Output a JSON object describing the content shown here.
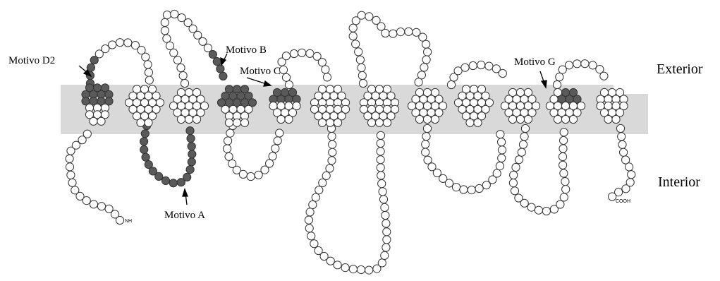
{
  "diagram": {
    "sides": {
      "exterior": "Exterior",
      "interior": "Interior"
    },
    "termini": {
      "n_terminus": "NH",
      "c_terminus": "COOH"
    },
    "motifs": [
      {
        "id": "d2",
        "label": "Motivo D2"
      },
      {
        "id": "b",
        "label": "Motivo B"
      },
      {
        "id": "c",
        "label": "Motivo C"
      },
      {
        "id": "a",
        "label": "Motivo A"
      },
      {
        "id": "g",
        "label": "Motivo G"
      }
    ],
    "membrane_color": "#d9d9d9",
    "residue_fill": "#ffffff",
    "motif_residue_fill": "#5a5a5a",
    "transmembrane_segment_count": 12
  }
}
